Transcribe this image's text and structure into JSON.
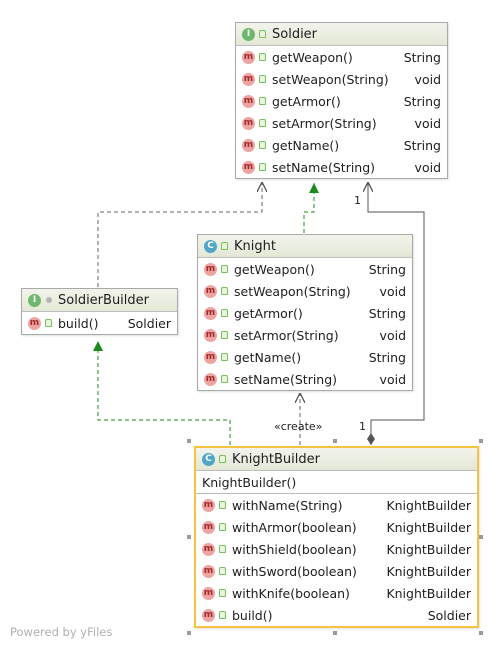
{
  "nodes": {
    "soldier": {
      "kind": "I",
      "name": "Soldier",
      "members": [
        {
          "kind": "m",
          "name": "getWeapon()",
          "type": "String"
        },
        {
          "kind": "m",
          "name": "setWeapon(String)",
          "type": "void"
        },
        {
          "kind": "m",
          "name": "getArmor()",
          "type": "String"
        },
        {
          "kind": "m",
          "name": "setArmor(String)",
          "type": "void"
        },
        {
          "kind": "m",
          "name": "getName()",
          "type": "String"
        },
        {
          "kind": "m",
          "name": "setName(String)",
          "type": "void"
        }
      ]
    },
    "soldier_builder": {
      "kind": "I",
      "name": "SoldierBuilder",
      "members": [
        {
          "kind": "m",
          "name": "build()",
          "type": "Soldier"
        }
      ]
    },
    "knight": {
      "kind": "C",
      "name": "Knight",
      "members": [
        {
          "kind": "m",
          "name": "getWeapon()",
          "type": "String"
        },
        {
          "kind": "m",
          "name": "setWeapon(String)",
          "type": "void"
        },
        {
          "kind": "m",
          "name": "getArmor()",
          "type": "String"
        },
        {
          "kind": "m",
          "name": "setArmor(String)",
          "type": "void"
        },
        {
          "kind": "m",
          "name": "getName()",
          "type": "String"
        },
        {
          "kind": "m",
          "name": "setName(String)",
          "type": "void"
        }
      ]
    },
    "knight_builder": {
      "kind": "C",
      "name": "KnightBuilder",
      "constructor": "KnightBuilder()",
      "members": [
        {
          "kind": "m",
          "name": "withName(String)",
          "type": "KnightBuilder"
        },
        {
          "kind": "m",
          "name": "withArmor(boolean)",
          "type": "KnightBuilder"
        },
        {
          "kind": "m",
          "name": "withShield(boolean)",
          "type": "KnightBuilder"
        },
        {
          "kind": "m",
          "name": "withSword(boolean)",
          "type": "KnightBuilder"
        },
        {
          "kind": "m",
          "name": "withKnife(boolean)",
          "type": "KnightBuilder"
        },
        {
          "kind": "m",
          "name": "build()",
          "type": "Soldier"
        }
      ]
    }
  },
  "edge_labels": {
    "create": "«create»",
    "mult_soldier": "1",
    "mult_builder": "1"
  },
  "colors": {
    "implements_edge": "#1b8a1b",
    "dependency_edge": "#666666",
    "association_edge": "#555555",
    "selection": "#f5c242"
  },
  "watermark": "Powered by yFiles"
}
